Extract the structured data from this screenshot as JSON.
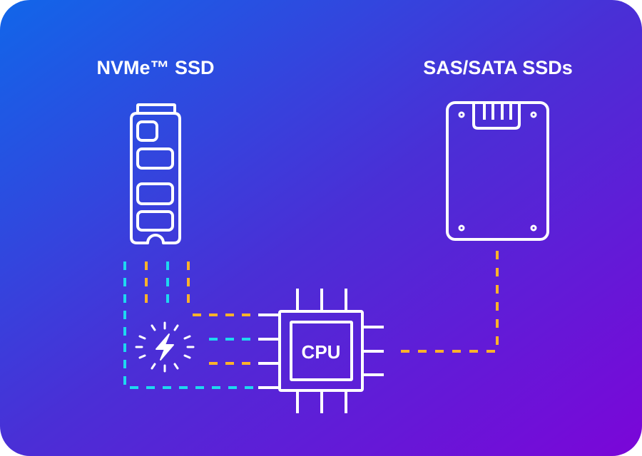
{
  "diagram": {
    "nvme": {
      "title": "NVMe™ SSD",
      "icon": "m2-ssd-icon"
    },
    "sas_sata": {
      "title": "SAS/SATA SSDs",
      "icon": "2-5-inch-ssd-icon"
    },
    "cpu": {
      "label": "CPU",
      "icon": "cpu-chip-icon"
    },
    "switch": {
      "icon": "lightning-burst-icon"
    },
    "connections": [
      {
        "from": "nvme",
        "to": "cpu",
        "color": "cyan",
        "style": "dashed"
      },
      {
        "from": "nvme",
        "to": "cpu",
        "color": "orange",
        "style": "dashed"
      },
      {
        "from": "nvme",
        "to": "cpu",
        "color": "cyan",
        "style": "dashed"
      },
      {
        "from": "nvme",
        "to": "cpu",
        "color": "orange",
        "style": "dashed"
      },
      {
        "from": "sas_sata",
        "to": "cpu",
        "color": "orange",
        "style": "dashed"
      }
    ]
  },
  "colors": {
    "gradient_start": "#1166E9",
    "gradient_mid": "#4A2FD6",
    "gradient_end": "#7B06D8",
    "cyan_lane": "#1ED8F0",
    "orange_lane": "#FFB22A",
    "icon_stroke": "#FFFFFF"
  }
}
